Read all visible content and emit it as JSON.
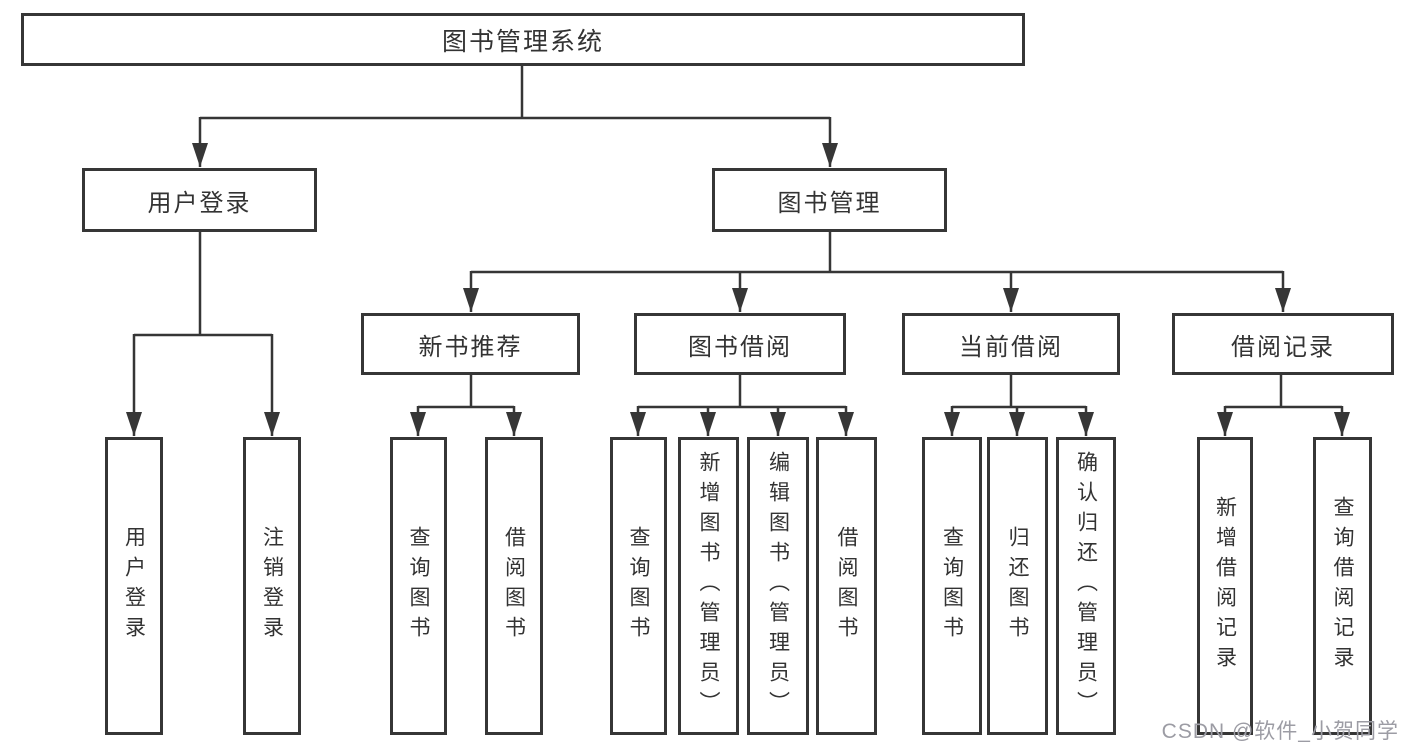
{
  "tree": {
    "root": "图书管理系统",
    "children": [
      {
        "label": "用户登录",
        "children": [
          "用户登录",
          "注销登录"
        ]
      },
      {
        "label": "图书管理",
        "children": [
          {
            "label": "新书推荐",
            "children": [
              "查询图书",
              "借阅图书"
            ]
          },
          {
            "label": "图书借阅",
            "children": [
              "查询图书",
              "新增图书（管理员）",
              "编辑图书（管理员）",
              "借阅图书"
            ]
          },
          {
            "label": "当前借阅",
            "children": [
              "查询图书",
              "归还图书",
              "确认归还（管理员）"
            ]
          },
          {
            "label": "借阅记录",
            "children": [
              "新增借阅记录",
              "查询借阅记录"
            ]
          }
        ]
      }
    ]
  },
  "watermark": {
    "text": "CSDN @软件_小贺同学",
    "color": "#9c9ca4"
  },
  "colors": {
    "line": "#363636",
    "box_border": "#363636",
    "text": "#333333",
    "background": "#ffffff"
  }
}
